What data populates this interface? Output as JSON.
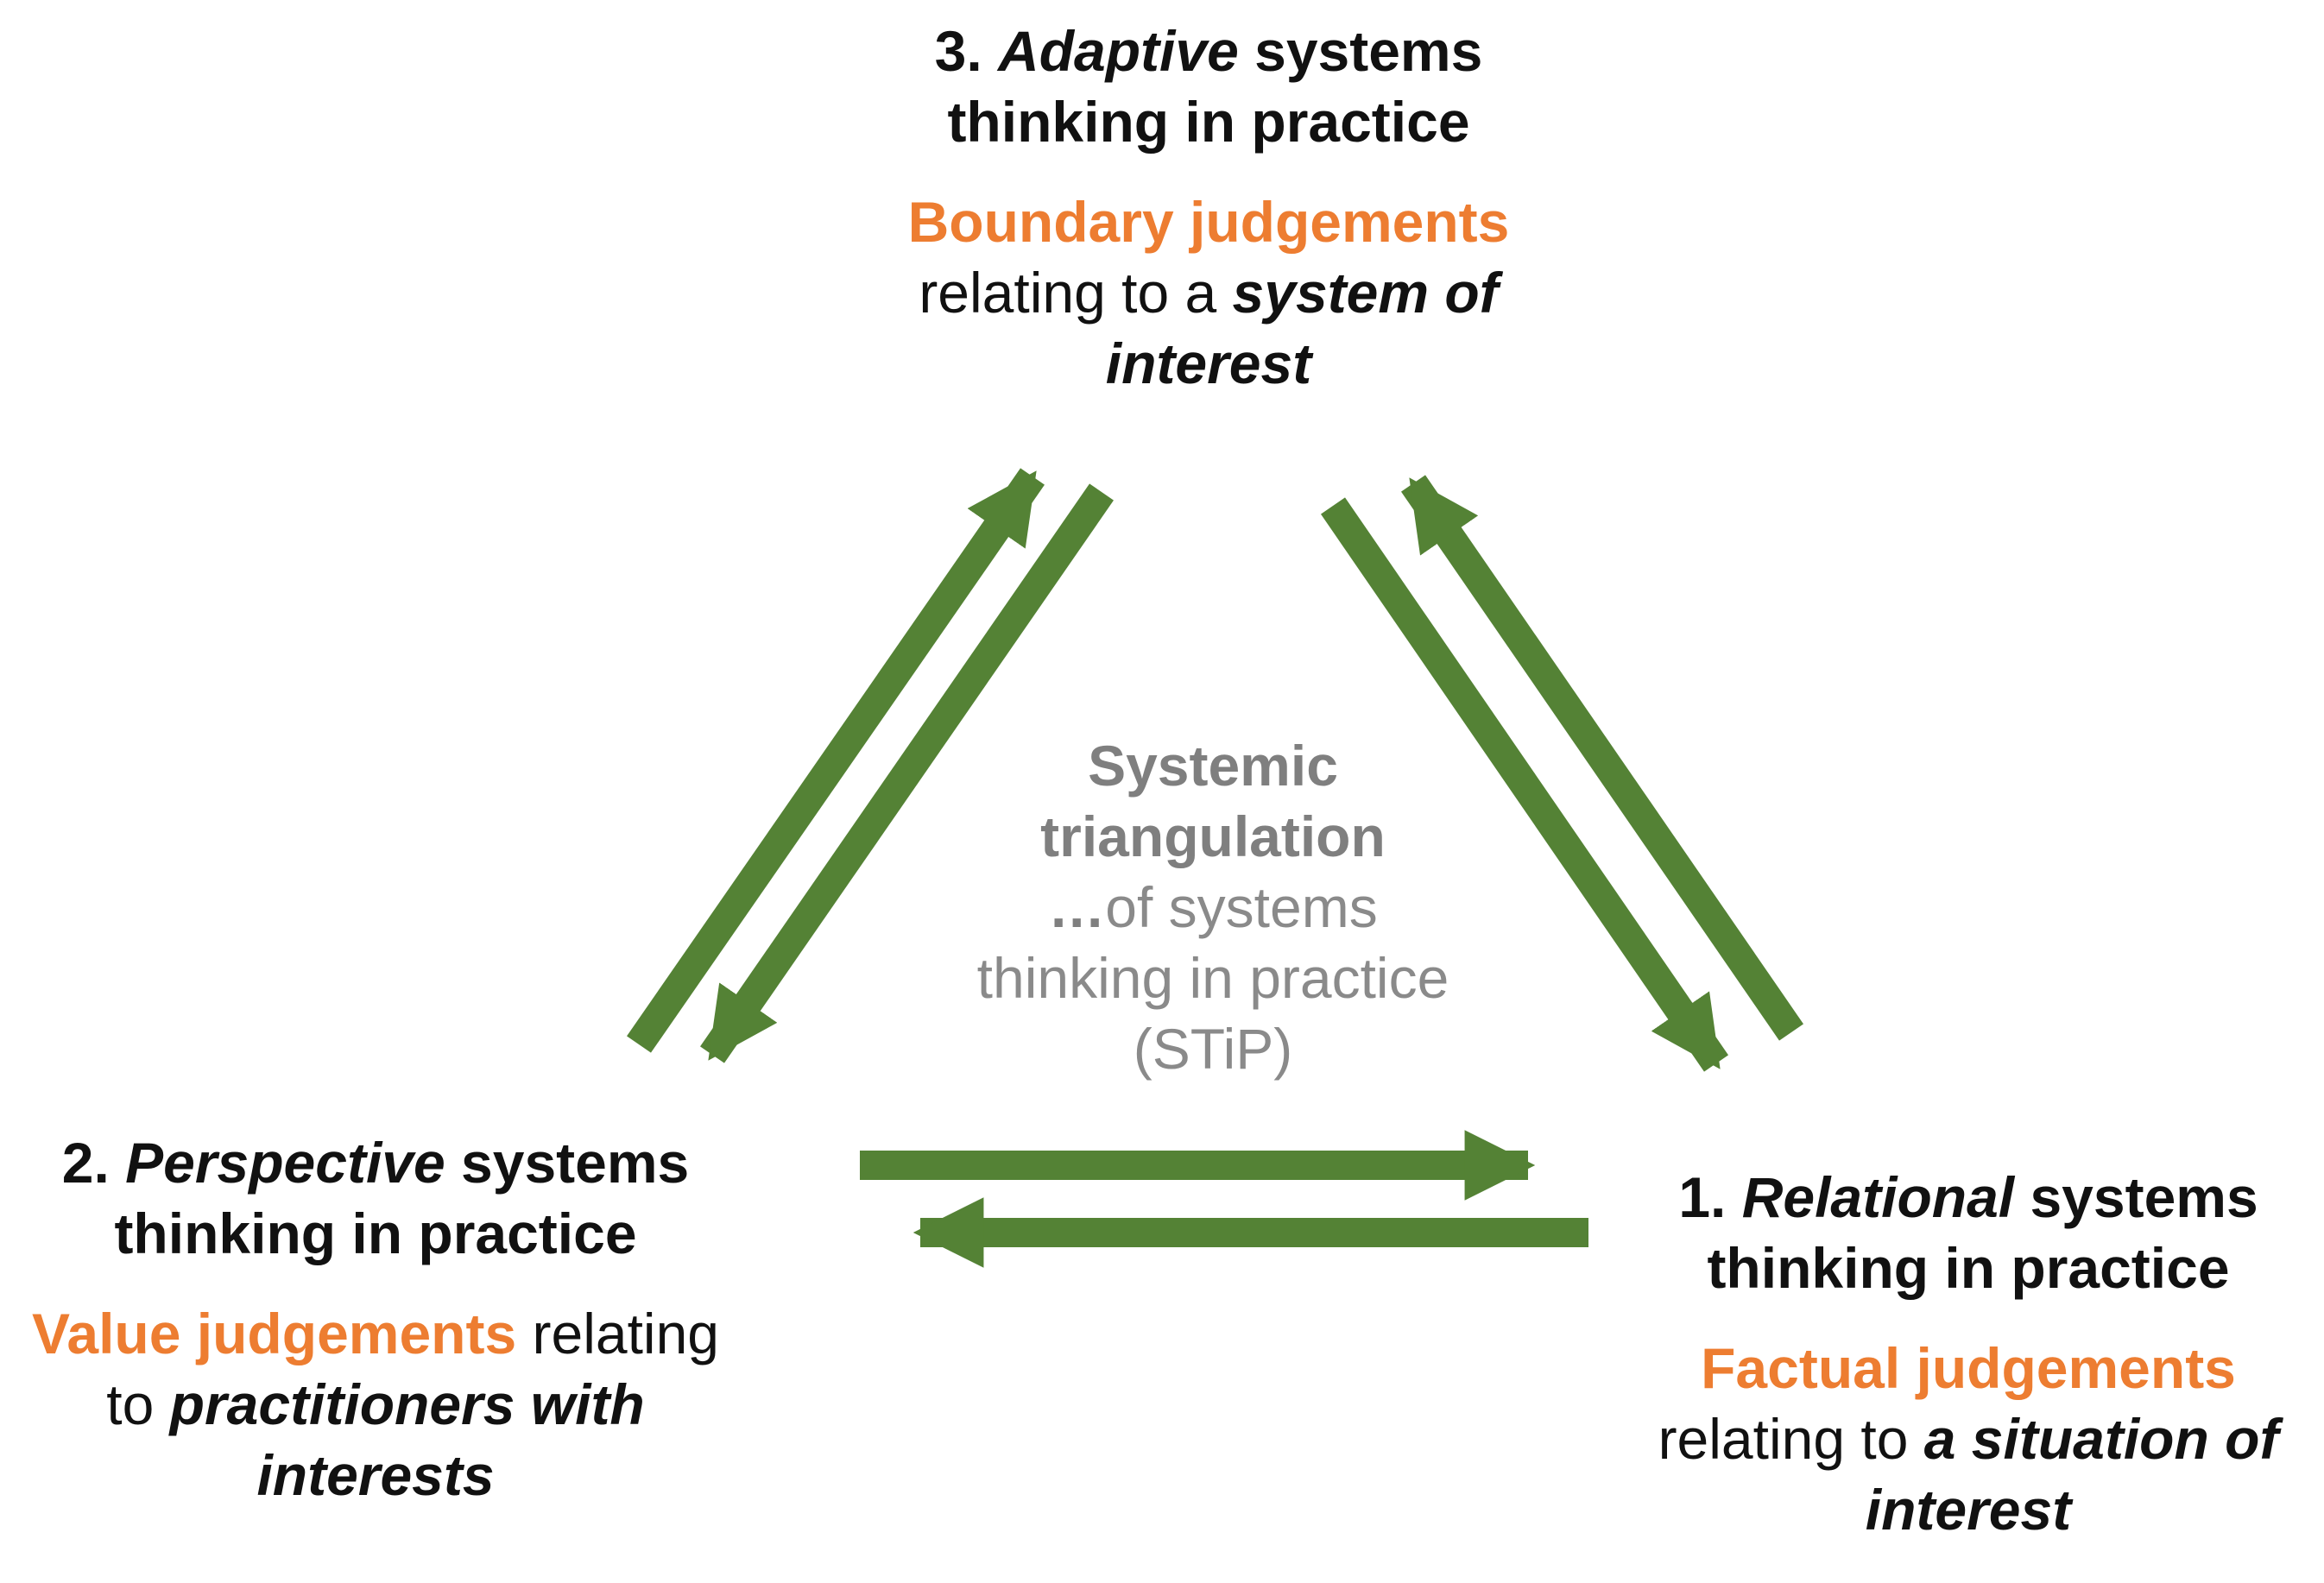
{
  "nodes": {
    "adaptive": {
      "number": "3.",
      "type_word": "Adaptive",
      "title_rest": "systems",
      "title_line2": "thinking in practice",
      "judgement": "Boundary judgements",
      "relating_text": "relating to a",
      "object_line1": "system of",
      "object_line2": "interest"
    },
    "perspective": {
      "number": "2.",
      "type_word": "Perspective",
      "title_rest": "systems",
      "title_line2": "thinking in practice",
      "judgement": "Value judgements",
      "relating_text": "relating",
      "to_text": "to",
      "object_line1": "practitioners with",
      "object_line2": "interests"
    },
    "relational": {
      "number": "1.",
      "type_word": "Relational",
      "title_rest": "systems",
      "title_line2": "thinking in practice",
      "judgement": "Factual judgements",
      "relating_text": "relating to",
      "object_line1": "a situation of",
      "object_line2": "interest"
    }
  },
  "center": {
    "line1": "Systemic",
    "line2": "triangulation",
    "ellipsis": "…",
    "line3": "of systems",
    "line4": "thinking in practice",
    "line5": "(STiP)"
  },
  "colors": {
    "arrow": "#548235",
    "judgement": "#ED7D31",
    "center_text": "#8a8a8a",
    "text": "#111111"
  }
}
